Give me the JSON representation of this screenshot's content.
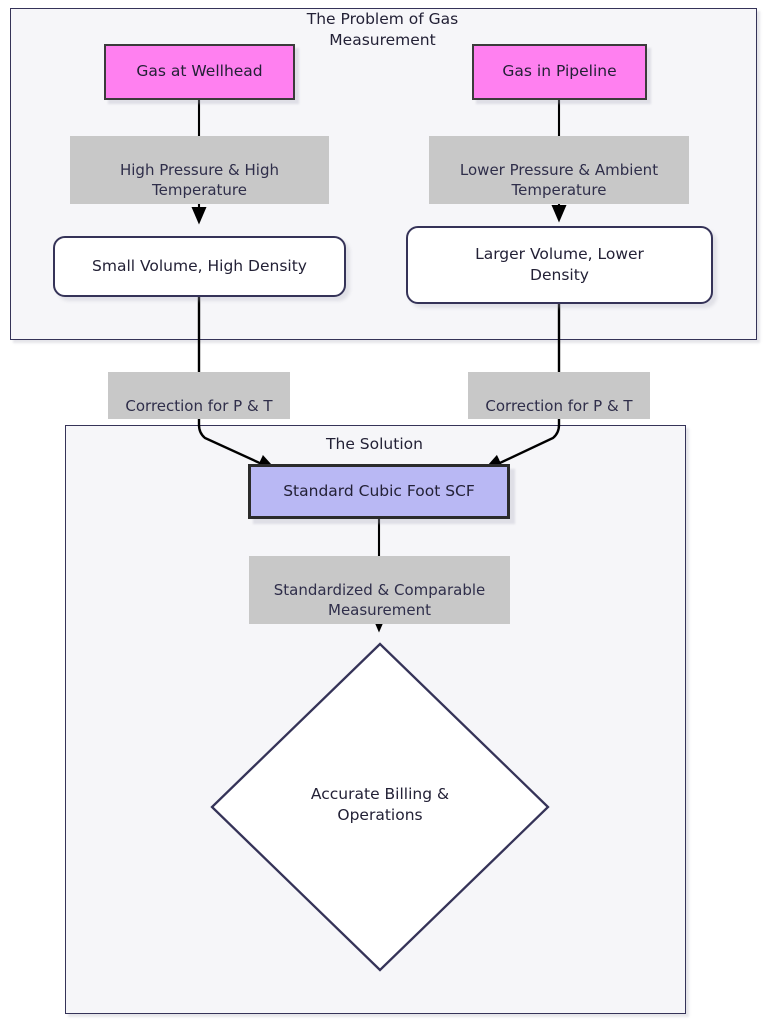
{
  "diagram": {
    "type": "flowchart",
    "direction": "top-down",
    "background": "#ffffff",
    "colors": {
      "pink_node_fill": "#ff80f0",
      "pink_node_border": "#3b3b3b",
      "blue_node_fill": "#b9b8f4",
      "blue_node_border": "#2b2b2b",
      "round_node_fill": "#ffffff",
      "round_node_border": "#353358",
      "subgraph_fill": "#f6f6f9",
      "subgraph_border": "#353358",
      "edge_label_fill": "#c8c8c8",
      "text": "#232136",
      "arrow": "#000000"
    },
    "subgraphs": [
      {
        "id": "problem",
        "title": "The Problem of Gas\nMeasurement"
      },
      {
        "id": "solution",
        "title": "The Solution"
      }
    ],
    "nodes": [
      {
        "id": "wellhead",
        "label": "Gas at Wellhead",
        "shape": "rect",
        "style": "pink"
      },
      {
        "id": "pipeline",
        "label": "Gas in Pipeline",
        "shape": "rect",
        "style": "pink"
      },
      {
        "id": "small_volume",
        "label": "Small Volume, High Density",
        "shape": "rounded",
        "style": "white"
      },
      {
        "id": "large_volume",
        "label": "Larger Volume, Lower\nDensity",
        "shape": "rounded",
        "style": "white"
      },
      {
        "id": "scf",
        "label": "Standard Cubic Foot SCF",
        "shape": "rect",
        "style": "blue"
      },
      {
        "id": "billing",
        "label": "Accurate Billing &\nOperations",
        "shape": "diamond",
        "style": "white"
      }
    ],
    "edges": [
      {
        "from": "wellhead",
        "to": "small_volume",
        "label": "High Pressure & High\nTemperature"
      },
      {
        "from": "pipeline",
        "to": "large_volume",
        "label": "Lower Pressure & Ambient\nTemperature"
      },
      {
        "from": "small_volume",
        "to": "scf",
        "label": "Correction for P & T"
      },
      {
        "from": "large_volume",
        "to": "scf",
        "label": "Correction for P & T"
      },
      {
        "from": "scf",
        "to": "billing",
        "label": "Standardized & Comparable\nMeasurement"
      }
    ]
  }
}
